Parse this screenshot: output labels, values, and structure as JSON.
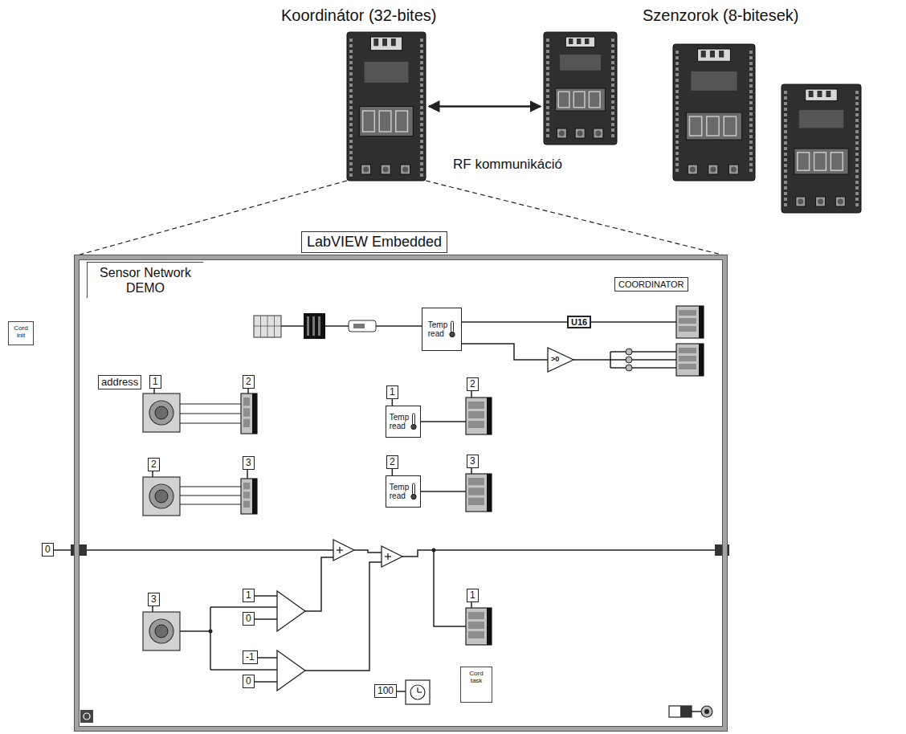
{
  "diagram": {
    "nodes": [
      {
        "text": [
          "Koordinátor (32-bites)"
        ]
      },
      {
        "text": [
          "Szenzorok (8-bitesek)"
        ]
      },
      {
        "text": [
          "LabVIEW Embedded"
        ]
      },
      {
        "text": [
          "Sensor Network DEMO"
        ],
        "in": 2
      },
      {
        "text": [
          "COORDINATOR"
        ],
        "in": 2
      },
      {
        "text": [
          "Temp read"
        ],
        "in": 2
      },
      {
        "text": [
          "U16"
        ],
        "in": 2
      },
      {
        "text": [
          "Cord init"
        ]
      },
      {
        "text": [
          "address"
        ],
        "in": 2
      },
      {
        "text": [
          "1"
        ],
        "in": 2
      },
      {
        "text": [
          "2"
        ],
        "in": 2
      },
      {
        "text": [
          "1"
        ],
        "in": 2
      },
      {
        "text": [
          "Temp read"
        ],
        "in": 2
      },
      {
        "text": [
          "2"
        ],
        "in": 2
      },
      {
        "text": [
          "2"
        ],
        "in": 2
      },
      {
        "text": [
          "3"
        ],
        "in": 2
      },
      {
        "text": [
          "2"
        ],
        "in": 2
      },
      {
        "text": [
          "Temp read"
        ],
        "in": 2
      },
      {
        "text": [
          "3"
        ],
        "in": 2
      },
      {
        "text": [
          "0"
        ]
      },
      {
        "text": [
          "3"
        ],
        "in": 2
      },
      {
        "text": [
          "1"
        ],
        "in": 2
      },
      {
        "text": [
          "1"
        ],
        "in": 2
      },
      {
        "text": [
          "0"
        ],
        "in": 2
      },
      {
        "text": [
          "-1"
        ],
        "in": 2
      },
      {
        "text": [
          "0"
        ],
        "in": 2
      },
      {
        "text": [
          "100"
        ],
        "in": 2
      },
      {
        "text": [
          "Cord task"
        ],
        "in": 2
      }
    ],
    "edges": [
      {
        "from": 0,
        "to": 1,
        "arrow": "both",
        "label": "RF kommunikáció"
      },
      {
        "from": 5,
        "to": 6,
        "arrow": "none"
      },
      {
        "from": 11,
        "to": 12,
        "arrow": "none"
      },
      {
        "from": 16,
        "to": 17,
        "arrow": "none"
      }
    ],
    "labels": [
      ">0"
    ]
  }
}
